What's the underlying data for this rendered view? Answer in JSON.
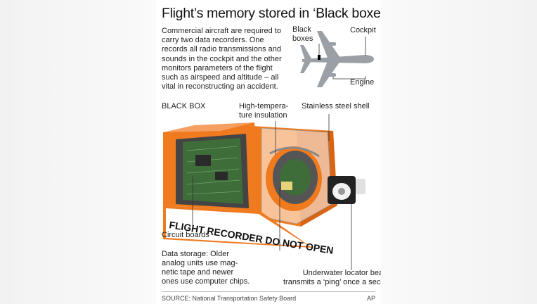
{
  "title": "Flight’s memory stored in ‘Black boxes’",
  "intro": "Commercial aircraft are required to carry two data recorders. One records all radio transmissions and sounds in the cockpit and the other monitors parameters of the flight such as airspeed and altitude – all vital in reconstructing an accident.",
  "plane_labels": {
    "black_boxes_line1": "Black",
    "black_boxes_line2": "boxes",
    "cockpit": "Cockpit",
    "engine": "Engine"
  },
  "box_labels": {
    "black_box": "BLACK BOX",
    "insulation_line1": "High-tempera-",
    "insulation_line2": "ture insulation",
    "steel_shell": "Stainless steel shell",
    "circuit_boards": "Circuit boards",
    "storage_line1": "Data storage: Older",
    "storage_line2": "analog units use mag-",
    "storage_line3": "netic tape and newer",
    "storage_line4": "ones use computer chips.",
    "beacon_line1": "Underwater locator beacon",
    "beacon_line2": "transmits a ‘ping’ once a second."
  },
  "stencil": "FLIGHT RECORDER DO NOT OPEN",
  "source": "SOURCE: National Transportation Safety Board",
  "credit": "AP",
  "colors": {
    "orange": "#f07a1e",
    "orange_dark": "#c85a10",
    "orange_shadow": "#a8470b",
    "board_green": "#3f6d3a",
    "insulation": "#555555",
    "plane": "#9aa0a6",
    "marker": "#000000"
  }
}
